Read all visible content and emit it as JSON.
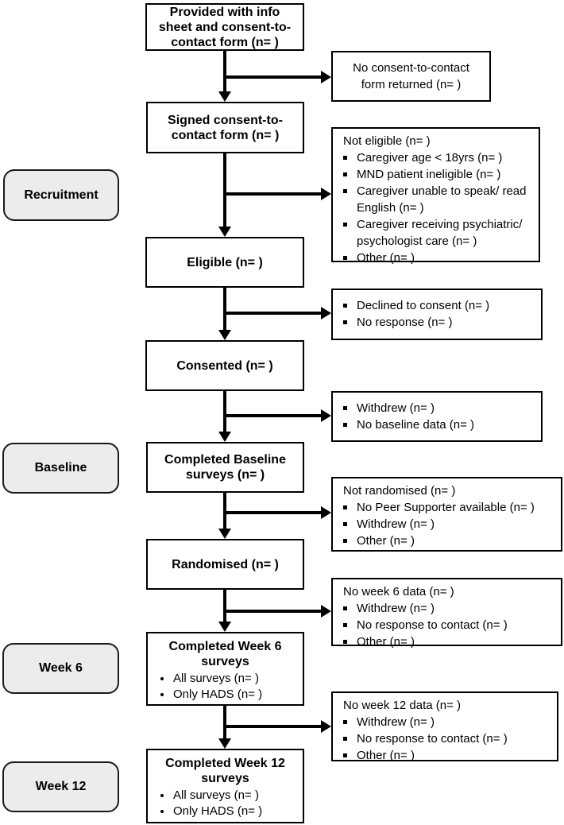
{
  "stages": [
    {
      "label": "Recruitment"
    },
    {
      "label": "Baseline"
    },
    {
      "label": "Week 6"
    },
    {
      "label": "Week 12"
    }
  ],
  "main_boxes": [
    {
      "text": "Provided with info\nsheet and consent-to-\ncontact form (n= )"
    },
    {
      "text": "Signed consent-to-\ncontact form (n= )"
    },
    {
      "text": "Eligible (n= )"
    },
    {
      "text": "Consented (n= )"
    },
    {
      "text": "Completed Baseline\nsurveys (n= )"
    },
    {
      "text": "Randomised (n= )"
    },
    {
      "title": "Completed Week 6\nsurveys",
      "bullets": [
        "All surveys (n= )",
        "Only HADS (n= )"
      ]
    },
    {
      "title": "Completed Week 12\nsurveys",
      "bullets": [
        "All surveys (n= )",
        "Only HADS (n= )"
      ]
    }
  ],
  "side_boxes": [
    {
      "text": "No consent-to-contact\nform returned (n= )"
    },
    {
      "header": "Not eligible (n= )",
      "bullets": [
        "Caregiver age < 18yrs (n= )",
        "MND patient ineligible (n= )",
        "Caregiver unable to speak/ read English (n= )",
        "Caregiver receiving psychiatric/ psychologist care (n= )",
        "Other (n= )"
      ]
    },
    {
      "bullets": [
        "Declined to consent (n= )",
        "No response (n= )"
      ]
    },
    {
      "bullets": [
        "Withdrew (n= )",
        "No baseline data (n= )"
      ]
    },
    {
      "header": "Not randomised (n= )",
      "bullets": [
        "No Peer Supporter available (n= )",
        "Withdrew (n= )",
        "Other (n= )"
      ]
    },
    {
      "header": "No week 6 data (n= )",
      "bullets": [
        "Withdrew (n= )",
        "No response to contact (n= )",
        "Other (n= )"
      ]
    },
    {
      "header": "No week 12 data (n= )",
      "bullets": [
        "Withdrew (n= )",
        "No response to contact (n= )",
        "Other (n= )"
      ]
    }
  ],
  "colors": {
    "background": "#ffffff",
    "box_fill": "#ffffff",
    "box_border": "#000000",
    "stage_fill": "#ececec"
  }
}
